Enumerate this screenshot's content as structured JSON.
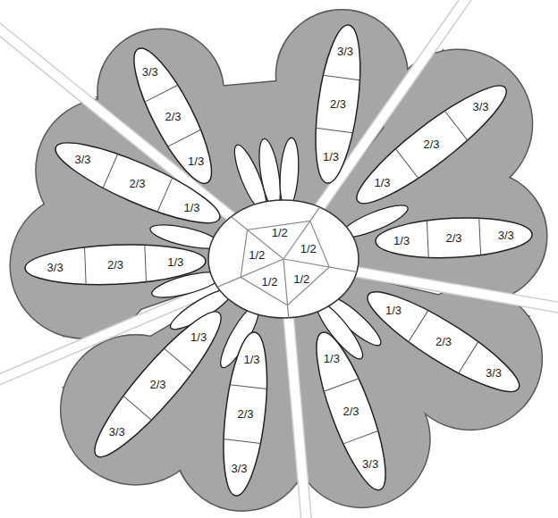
{
  "diagram": {
    "nodes": [
      {
        "text": [
          "1/3",
          "2/3",
          "3/3"
        ]
      },
      {
        "text": [
          "1/3",
          "2/3",
          "3/3"
        ]
      },
      {
        "text": [
          "1/3",
          "2/3",
          "3/3"
        ]
      },
      {
        "text": [
          "1/3",
          "2/3",
          "3/3"
        ]
      },
      {
        "text": [
          "1/3",
          "2/3",
          "3/3"
        ]
      },
      {
        "text": [
          "1/3",
          "2/3",
          "3/3"
        ]
      },
      {
        "text": [
          "1/3",
          "2/3",
          "3/3"
        ]
      },
      {
        "text": [
          "1/3",
          "2/3",
          "3/3"
        ]
      },
      {
        "text": [
          "1/3",
          "2/3",
          "3/3"
        ]
      },
      {
        "text": [
          "1/3",
          "2/3",
          "3/3"
        ]
      },
      {
        "text": [
          "1/2"
        ]
      },
      {
        "text": [
          "1/2"
        ]
      },
      {
        "text": [
          "1/2"
        ]
      },
      {
        "text": [
          "1/2"
        ]
      },
      {
        "text": [
          "1/2"
        ]
      }
    ]
  }
}
